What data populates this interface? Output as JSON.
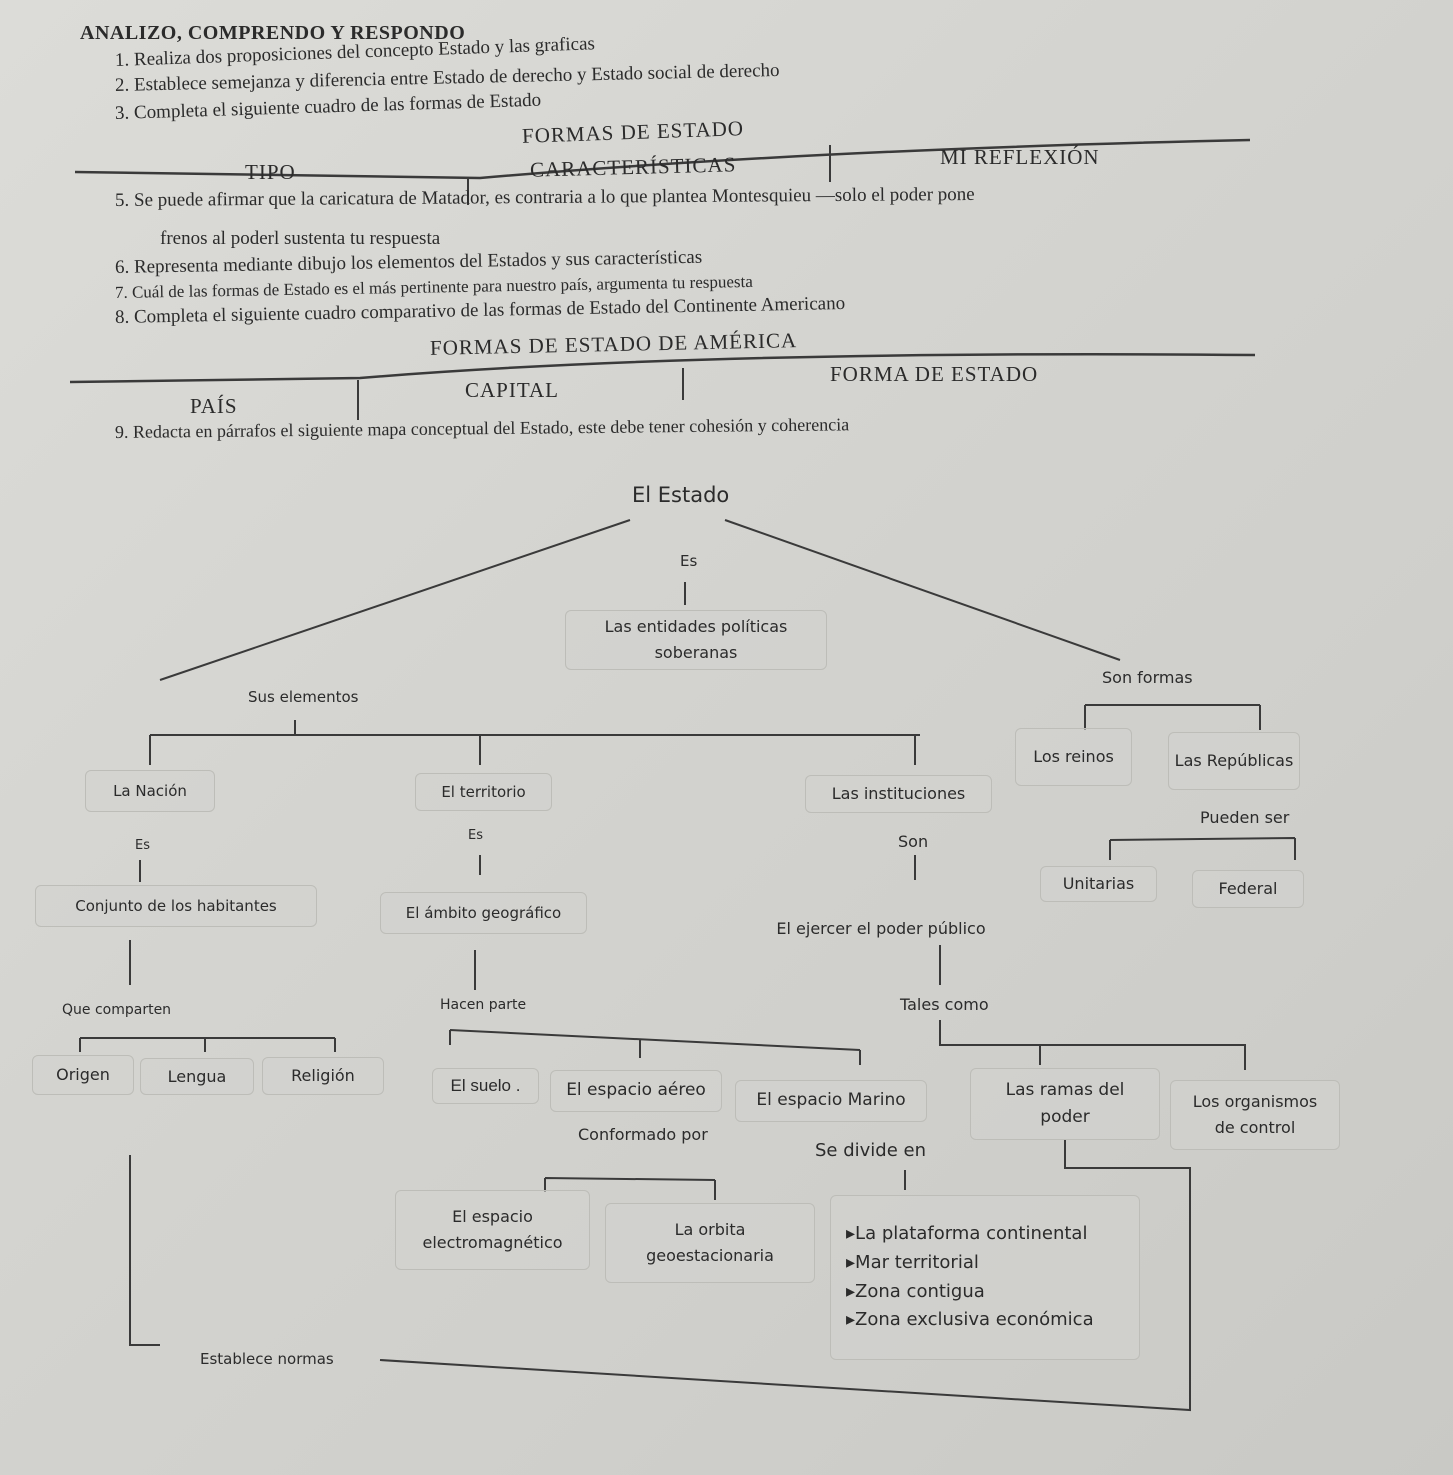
{
  "heading": "ANALIZO, COMPRENDO Y RESPONDO",
  "questions": {
    "q1": "1.  Realiza dos proposiciones del concepto Estado y las graficas",
    "q2": "2.  Establece semejanza y diferencia entre Estado de derecho y Estado social de derecho",
    "q3": "3.  Completa el siguiente cuadro de las formas de Estado",
    "q5a": "5.  Se puede afirmar que la caricatura de Matador, es contraria a lo que plantea Montesquieu —solo el poder pone",
    "q5b": "frenos al poderl sustenta tu respuesta",
    "q6": "6.  Representa mediante dibujo los elementos del Estados y sus características",
    "q7": "7.  Cuál de las formas de Estado es el más pertinente para nuestro país, argumenta tu respuesta",
    "q8": "8.  Completa el siguiente cuadro comparativo de las formas de Estado del Continente Americano",
    "q9": "9.  Redacta en párrafos el siguiente mapa conceptual del Estado, este debe tener cohesión y coherencia"
  },
  "table1": {
    "title": "FORMAS DE ESTADO",
    "headers": [
      "TIPO",
      "CARACTERÍSTICAS",
      "MI REFLEXIÓN"
    ]
  },
  "table2": {
    "title": "FORMAS DE ESTADO DE AMÉRICA",
    "headers": [
      "PAÍS",
      "CAPITAL",
      "FORMA DE ESTADO"
    ]
  },
  "map": {
    "root": "El Estado",
    "es1": "Es",
    "entidades": "Las entidades políticas soberanas",
    "sus_elementos": "Sus elementos",
    "son_formas": "Son formas",
    "reinos": "Los reinos",
    "republicas": "Las Repúblicas",
    "pueden_ser": "Pueden ser",
    "unitarias": "Unitarias",
    "federal": "Federal",
    "nacion": "La Nación",
    "territorio": "El territorio",
    "instituciones": "Las instituciones",
    "es_nacion": "Es",
    "es_territorio": "Es",
    "son": "Son",
    "habitantes": "Conjunto de los habitantes",
    "ambito": "El ámbito geográfico",
    "ejercer": "El  ejercer el poder público",
    "que_comparten": "Que comparten",
    "hacen_parte": "Hacen parte",
    "tales_como": "Tales como",
    "origen": "Origen",
    "lengua": "Lengua",
    "religion": "Religión",
    "suelo": "El suelo .",
    "aereo": "El espacio aéreo",
    "marino": "El espacio Marino",
    "ramas": "Las ramas del poder",
    "organismos": "Los organismos de control",
    "conformado": "Conformado por",
    "divide": "Se divide  en",
    "electromagnetico": "El espacio electromagnético",
    "orbita": "La orbita geoestacionaria",
    "marino_parts": [
      "La plataforma continental",
      "Mar territorial",
      "Zona contigua",
      "Zona exclusiva económica"
    ],
    "establece": "Establece normas"
  }
}
